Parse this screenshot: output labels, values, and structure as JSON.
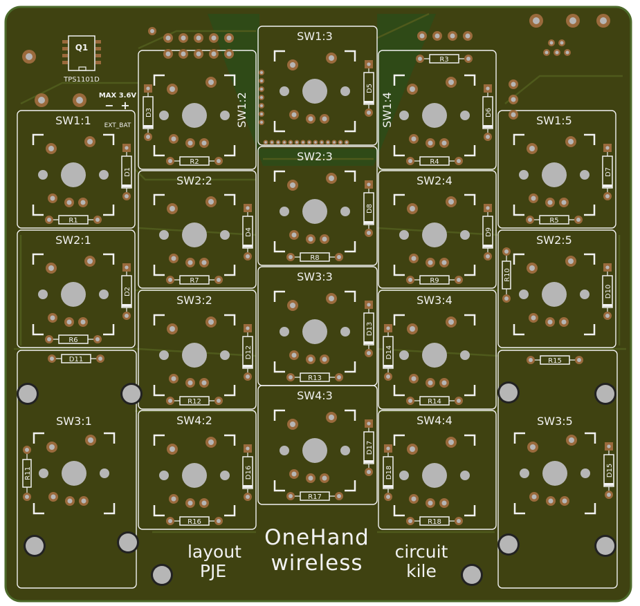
{
  "board": {
    "title_line1": "OneHand",
    "title_line2": "wireless",
    "layout_line1": "layout",
    "layout_line2": "PJE",
    "circuit_line1": "circuit",
    "circuit_line2": "kile",
    "max_voltage": "MAX 3.6V",
    "minus": "−",
    "plus": "+",
    "ext_bat": "EXT_BAT",
    "q1_ref": "Q1",
    "q1_part": "TPS1101D",
    "colors": {
      "substrate": "#3f4211",
      "copper_pour": "#2f4a17",
      "silkscreen": "#f2f2f2",
      "pad": "#9a6a3c",
      "hole": "#b6b6b6"
    }
  },
  "switches": [
    {
      "label": "SW1:1"
    },
    {
      "label": "SW2:1"
    },
    {
      "label": "SW3:1"
    },
    {
      "label": "SW1:2"
    },
    {
      "label": "SW2:2"
    },
    {
      "label": "SW3:2"
    },
    {
      "label": "SW4:2"
    },
    {
      "label": "SW1:3"
    },
    {
      "label": "SW2:3"
    },
    {
      "label": "SW3:3"
    },
    {
      "label": "SW4:3"
    },
    {
      "label": "SW1:4"
    },
    {
      "label": "SW2:4"
    },
    {
      "label": "SW3:4"
    },
    {
      "label": "SW4:4"
    },
    {
      "label": "SW1:5"
    },
    {
      "label": "SW2:5"
    },
    {
      "label": "SW3:5"
    }
  ],
  "diodes": [
    "D1",
    "D2",
    "D3",
    "D4",
    "D5",
    "D6",
    "D7",
    "D8",
    "D9",
    "D10",
    "D11",
    "D12",
    "D13",
    "D14",
    "D15",
    "D16",
    "D17",
    "D18"
  ],
  "resistors": [
    "R1",
    "R2",
    "R3",
    "R4",
    "R5",
    "R6",
    "R7",
    "R8",
    "R9",
    "R10",
    "R11",
    "R12",
    "R13",
    "R14",
    "R15",
    "R16",
    "R17",
    "R18"
  ]
}
